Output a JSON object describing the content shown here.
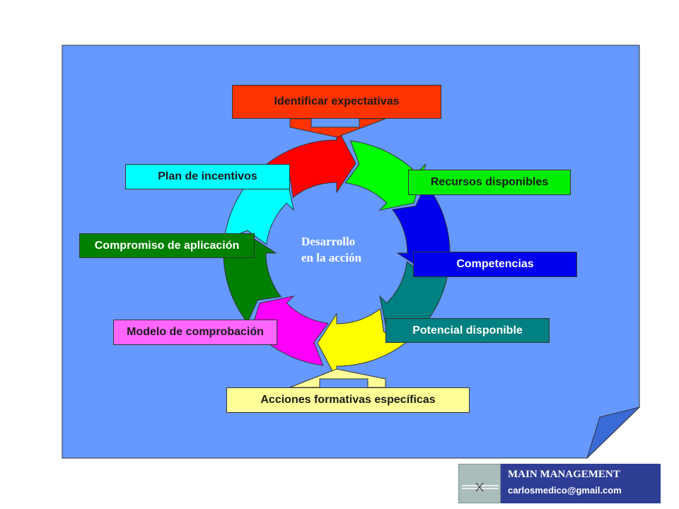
{
  "diagram": {
    "center": {
      "line1": "Desarrollo",
      "line2": "en la acción"
    },
    "labels": {
      "identificar": "Identificar expectativas",
      "recursos": "Recursos disponibles",
      "competencias": "Competencias",
      "potencial": "Potencial disponible",
      "acciones": "Acciones formativas específicas",
      "modelo": "Modelo de comprobación",
      "compromiso": "Compromiso de aplicación",
      "plan": "Plan de incentivos"
    },
    "colors": {
      "background": "#6699ff",
      "fold": "#3a6ad6",
      "identificar": "#ff3300",
      "recursos": "#00ee00",
      "competencias": "#0000ee",
      "potencial": "#008080",
      "acciones": "#ffff99",
      "modelo": "#ff66ff",
      "compromiso": "#008000",
      "plan": "#00ffff",
      "cycle": [
        "#ff0000",
        "#00ff00",
        "#0000ee",
        "#008080",
        "#ffff00",
        "#ff00ff",
        "#008000",
        "#00ffff"
      ]
    }
  },
  "footer": {
    "brand": "MAIN MANAGEMENT",
    "email": "carlosmedico@gmail.com",
    "colors": {
      "left": "#aabcbc",
      "right": "#2e3e95"
    }
  }
}
